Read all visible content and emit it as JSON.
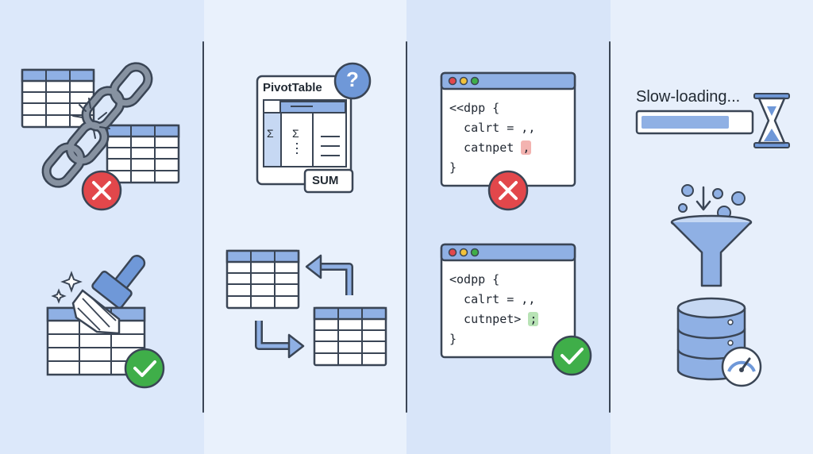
{
  "panels": [
    {
      "name": "broken-links-and-cleanup"
    },
    {
      "name": "pivot-and-restructure"
    },
    {
      "name": "formula-syntax"
    },
    {
      "name": "performance"
    }
  ],
  "pivot": {
    "title": "PivotTable",
    "help_glyph": "?",
    "sum_label": "SUM",
    "sigma_1": "Σ",
    "sigma_2": "Σ"
  },
  "code_bad": {
    "line1": "<<dpp {",
    "line2": "  calrt = ,,",
    "line3_prefix": "  catnpet ",
    "line3_token": ",",
    "line4": "}"
  },
  "code_good": {
    "line1": "<odpp {",
    "line2": "  calrt = ,,",
    "line3_prefix": "  cutnpet> ",
    "line3_token": ";",
    "line4": "}"
  },
  "slow": {
    "label": "Slow-loading...",
    "progress": 0.82
  },
  "colors": {
    "accent": "#6f98d8",
    "outline": "#3a4555",
    "error": "#e2474b",
    "success": "#3fae49",
    "table_header": "#8fb0e4"
  }
}
